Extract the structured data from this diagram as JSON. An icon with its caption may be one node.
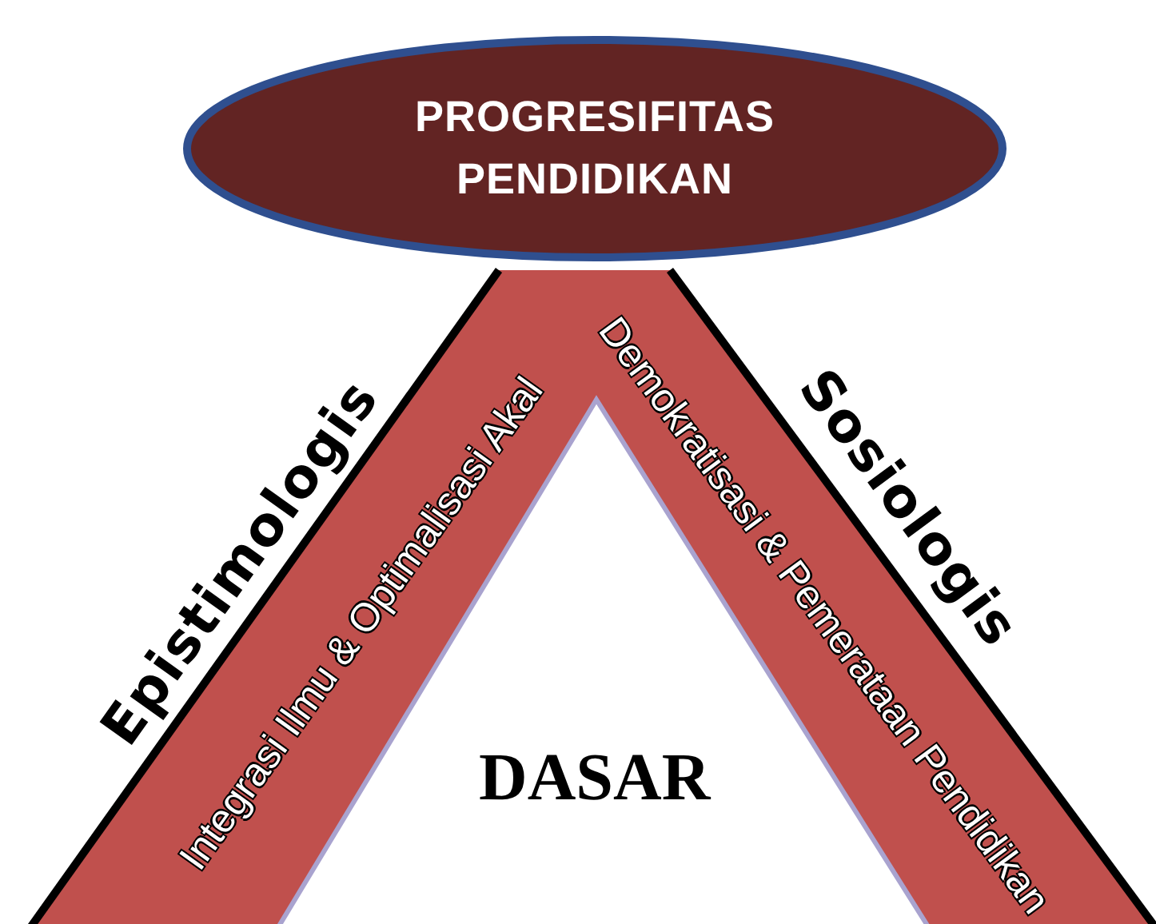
{
  "diagram": {
    "nodes": [
      {
        "text": [
          "PROGRESIFITAS PENDIDIKAN"
        ]
      },
      {
        "text": [
          "Integrasi Ilmu & Optimalisasi Akal",
          "Demokratisasi & Pemerataan Pendidikan"
        ],
        "beside": [
          "Epistimologis",
          "Sosiologis"
        ]
      },
      {
        "text": [
          "DASAR"
        ],
        "in": 1
      }
    ]
  }
}
